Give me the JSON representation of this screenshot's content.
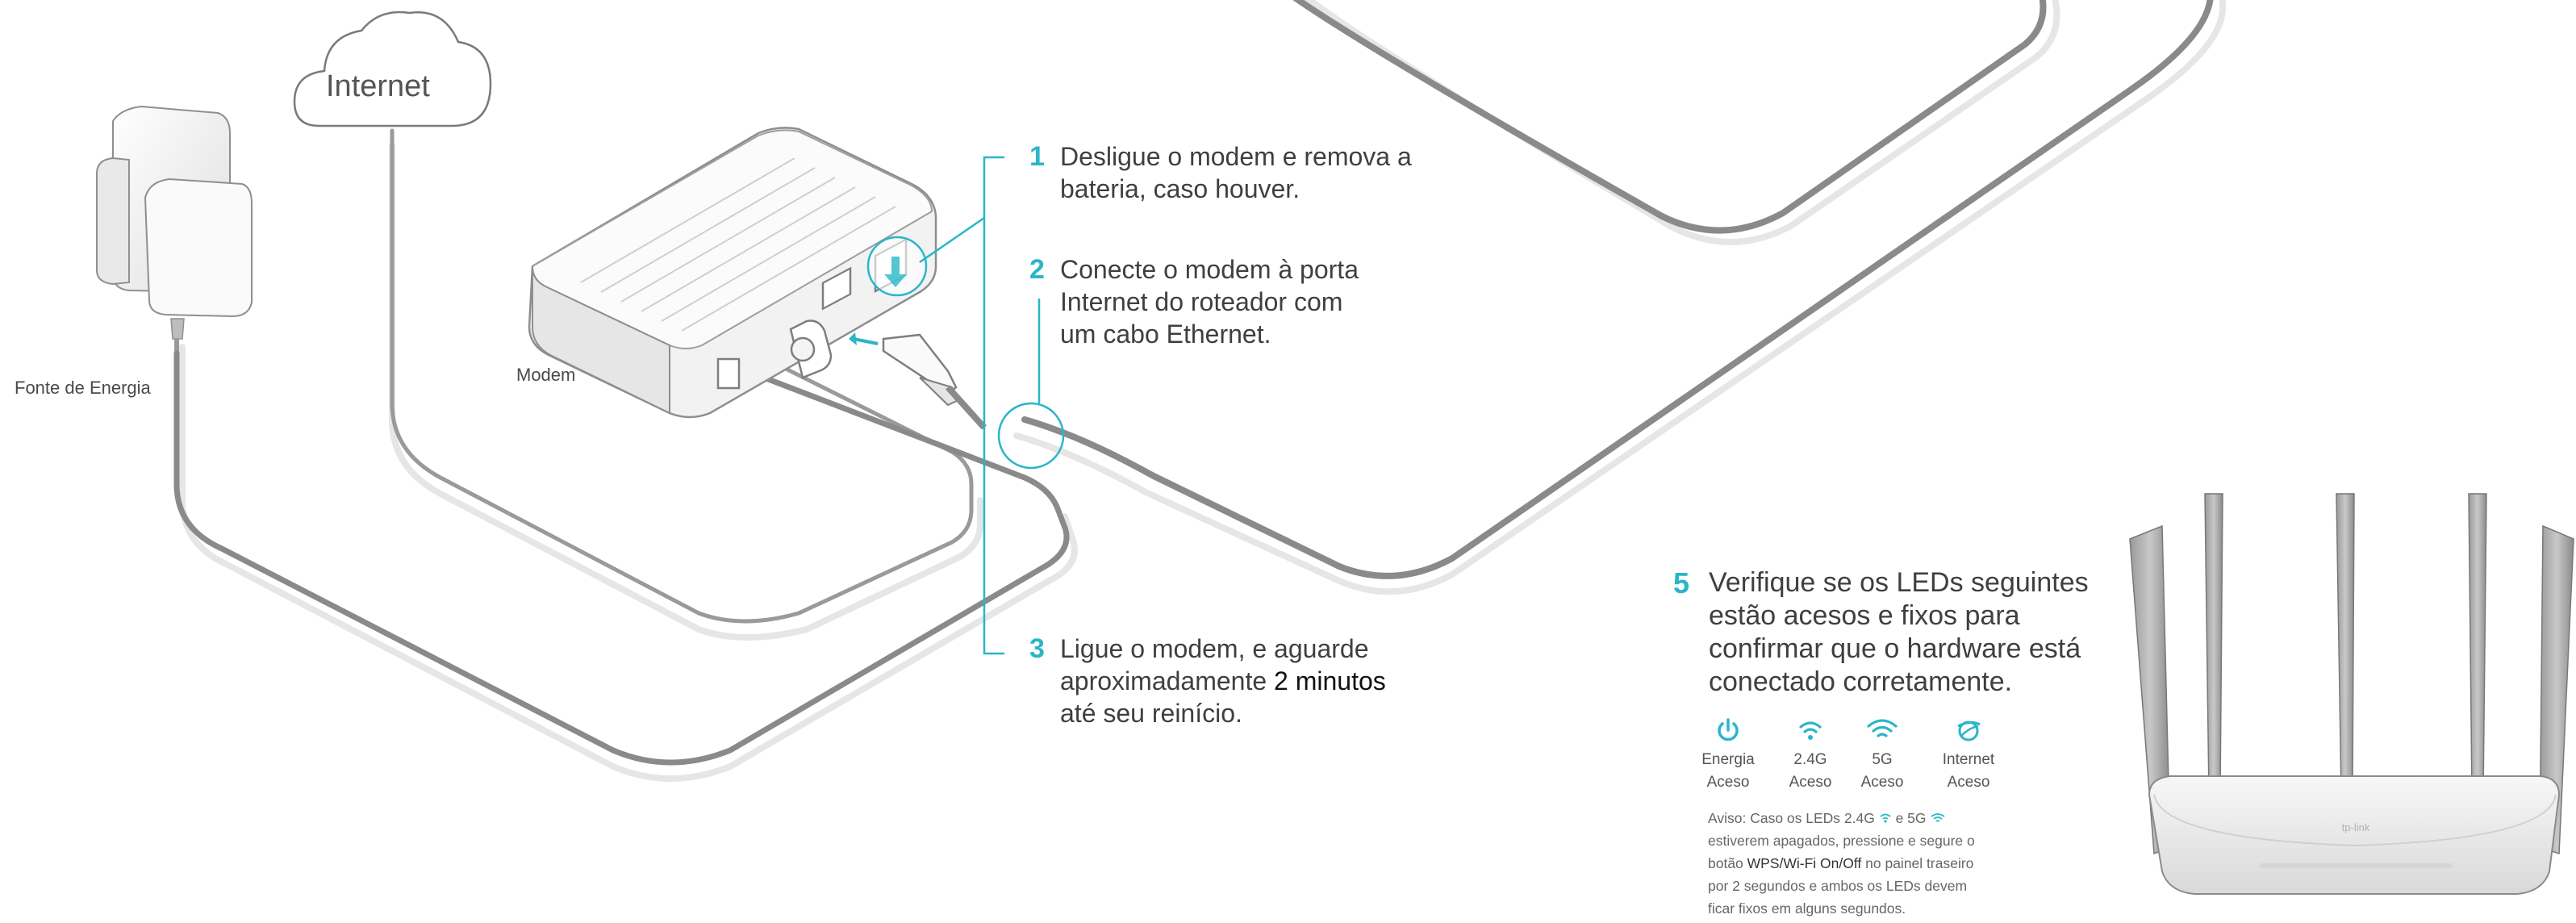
{
  "labels": {
    "internet": "Internet",
    "power_source": "Fonte de Energia",
    "modem": "Modem"
  },
  "steps": [
    {
      "num": "1",
      "lines": [
        "Desligue o modem e remova a",
        "bateria, caso houver."
      ]
    },
    {
      "num": "2",
      "lines": [
        "Conecte o modem à  porta",
        "Internet do roteador com",
        "um cabo Ethernet."
      ]
    },
    {
      "num": "3",
      "lines": [
        "Ligue o modem, e aguarde",
        "aproximadamente ",
        "2 minutos",
        "até seu reinício."
      ]
    },
    {
      "num": "5",
      "lines": [
        "Verifique se os LEDs seguintes",
        "estão acesos e fixos para",
        "confirmar que o hardware está",
        "conectado corretamente."
      ]
    }
  ],
  "leds": [
    {
      "icon": "power-icon",
      "name": "Energia",
      "state": "Aceso"
    },
    {
      "icon": "wifi-icon",
      "name": "2.4G",
      "state": "Aceso"
    },
    {
      "icon": "wifi-icon",
      "name": "5G",
      "state": "Aceso"
    },
    {
      "icon": "globe-icon",
      "name": "Internet",
      "state": "Aceso"
    }
  ],
  "note": {
    "line1_a": "Aviso: Caso os LEDs 2.4G ",
    "line1_b": " e 5G ",
    "line2": "estiverem apagados, pressione e segure o",
    "line3_a": "botão ",
    "line3_button": "WPS/Wi-Fi On/Off",
    "line3_b": " no painel traseiro",
    "line4": "por 2 segundos e ambos os LEDs devem",
    "line5": "ficar fixos em alguns segundos."
  },
  "router_logo": "tp-link",
  "colors": {
    "accent": "#29b6c8",
    "cable": "#8a8a8a",
    "cable_shadow": "#e4e4e4",
    "device_body": "#f4f4f4",
    "outline": "#9a9a9a"
  }
}
